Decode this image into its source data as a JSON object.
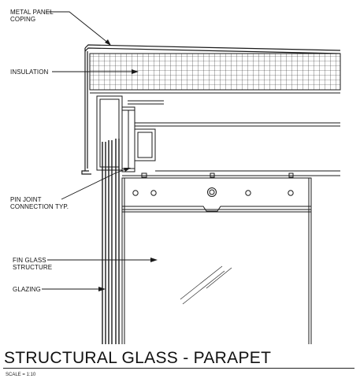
{
  "labels": {
    "coping_line1": "METAL PANEL",
    "coping_line2": "COPING",
    "insulation": "INSULATION",
    "pin_joint_line1": "PIN JOINT",
    "pin_joint_line2": "CONNECTION TYP.",
    "fin_glass_line1": "FIN GLASS",
    "fin_glass_line2": "STRUCTURE",
    "glazing": "GLAZING"
  },
  "title": "STRUCTURAL GLASS - PARAPET",
  "scale": "SCALE = 1:10",
  "colors": {
    "line": "#1a1a1a",
    "background": "#ffffff"
  }
}
